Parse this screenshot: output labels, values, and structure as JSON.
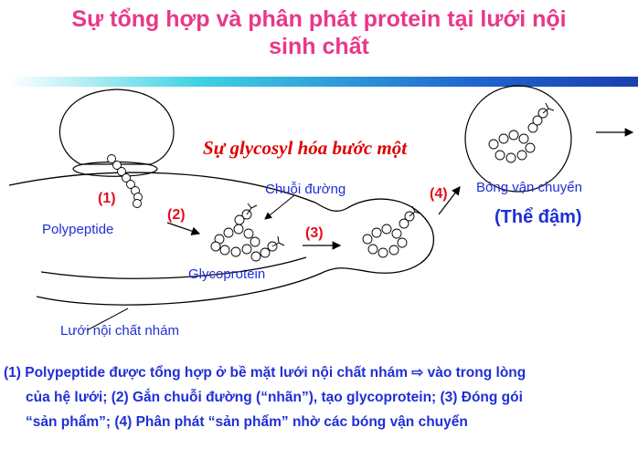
{
  "title_line1": "Sự tổng hợp và phân phát protein tại lưới nội",
  "title_line2": "sinh chất",
  "glycosylation_label": "Sự glycosyl hóa bước một",
  "labels": {
    "polypeptide": "Polypeptide",
    "sugar_chain": "Chuỗi đường",
    "glycoprotein": "Glycoprotein",
    "transport_vesicle": "Bóng vận chuyển",
    "rough_er": "Lưới nội chất nhám",
    "stain_note": "(Thể đậm)"
  },
  "steps": [
    "(1)",
    "(2)",
    "(3)",
    "(4)"
  ],
  "caption_lines": [
    "(1) Polypeptide được tổng hợp ở bề mặt lưới nội chất nhám ⇨ vào trong lòng",
    "của hệ lưới; (2) Gắn chuỗi đường (“nhãn”), tạo glycoprotein; (3) Đóng gói",
    "“sản phẩm”; (4) Phân phát “sản phẩm” nhờ các bóng vận chuyển"
  ],
  "colors": {
    "title": "#e8388a",
    "text": "#1f2fd6",
    "step": "#e0101e",
    "gly": "#e00000"
  }
}
